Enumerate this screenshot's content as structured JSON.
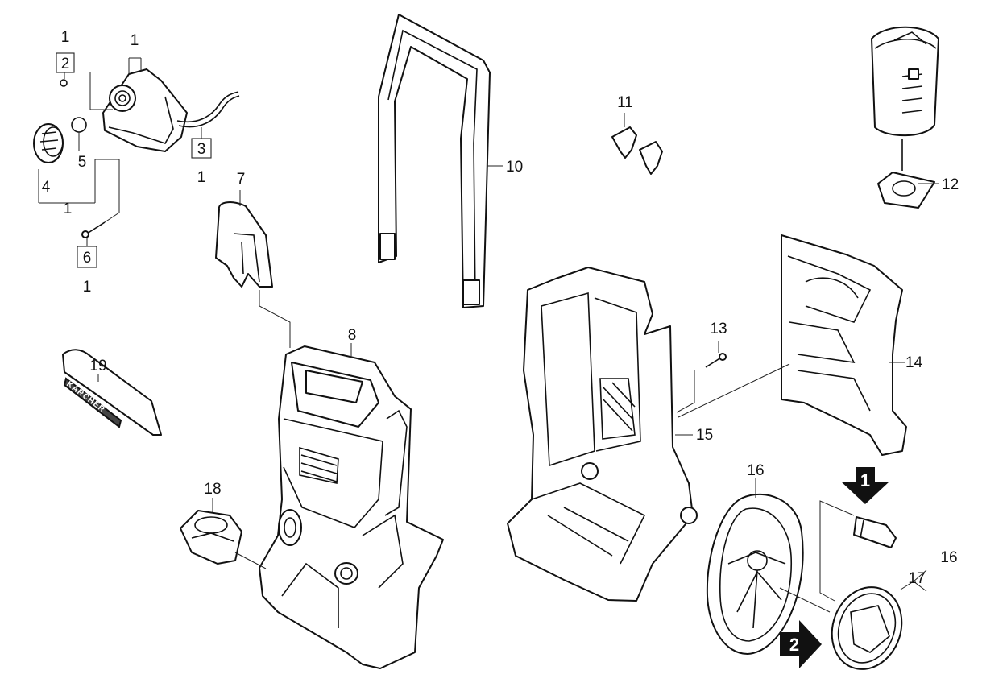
{
  "callouts": [
    {
      "id": "c1a",
      "text": "1"
    },
    {
      "id": "c2",
      "text": "2"
    },
    {
      "id": "c1b",
      "text": "1"
    },
    {
      "id": "c3",
      "text": "3"
    },
    {
      "id": "c1c",
      "text": "1"
    },
    {
      "id": "c5",
      "text": "5"
    },
    {
      "id": "c4",
      "text": "4"
    },
    {
      "id": "c1d",
      "text": "1"
    },
    {
      "id": "c6",
      "text": "6"
    },
    {
      "id": "c1e",
      "text": "1"
    },
    {
      "id": "c7",
      "text": "7"
    },
    {
      "id": "c8",
      "text": "8"
    },
    {
      "id": "c10",
      "text": "10"
    },
    {
      "id": "c11",
      "text": "11"
    },
    {
      "id": "c12",
      "text": "12"
    },
    {
      "id": "c13",
      "text": "13"
    },
    {
      "id": "c14",
      "text": "14"
    },
    {
      "id": "c15",
      "text": "15"
    },
    {
      "id": "c16a",
      "text": "16"
    },
    {
      "id": "c16b",
      "text": "16"
    },
    {
      "id": "c17",
      "text": "17"
    },
    {
      "id": "c18",
      "text": "18"
    },
    {
      "id": "c19",
      "text": "19"
    }
  ],
  "step_markers": [
    {
      "id": "s1",
      "text": "1",
      "shape": "arrow-down"
    },
    {
      "id": "s2",
      "text": "2",
      "shape": "arrow-right"
    }
  ],
  "logo": {
    "text": "KÄRCHER"
  },
  "colors": {
    "line": "#111111",
    "background": "#ffffff",
    "marker": "#111111"
  }
}
